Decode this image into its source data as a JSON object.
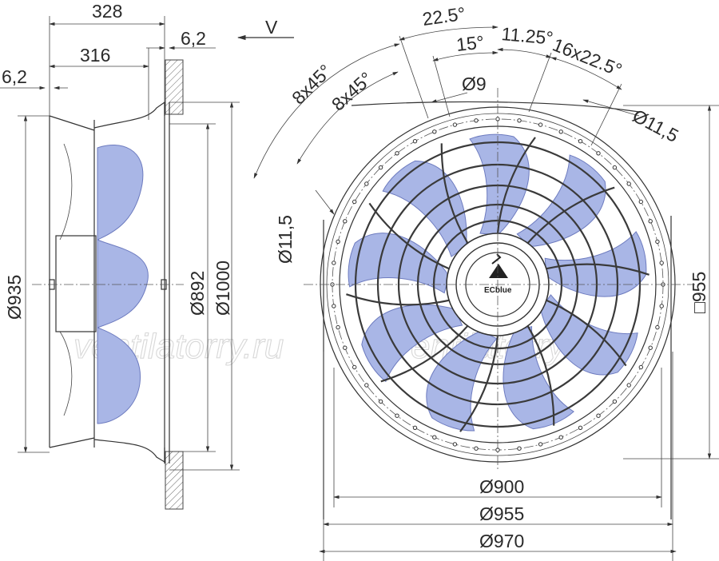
{
  "side_view": {
    "overall_depth": "328",
    "depth_to_flange": "316",
    "flange_thickness_top": "6,2",
    "flange_thickness_left": "6,2",
    "diam_935": "Ø935",
    "diam_892": "Ø892",
    "diam_1000": "Ø1000"
  },
  "view_marker": "V",
  "front_view": {
    "angle_22_5": "22.5°",
    "angle_15": "15°",
    "angle_11_25": "11.25°",
    "holes_16x22_5": "16x22.5°",
    "holes_8x45_outer": "8x45°",
    "holes_8x45_inner": "8x45°",
    "hole_9": "Ø9",
    "hole_11_5_right": "Ø11,5",
    "hole_11_5_left": "Ø11,5",
    "square_955": "□955",
    "diam_900": "Ø900",
    "diam_955": "Ø955",
    "diam_970": "Ø970",
    "logo": "ECblue"
  },
  "watermarks": [
    "ventilatorry.ru",
    "ventilatorry.ru"
  ],
  "colors": {
    "blade": "#a9b6e6",
    "line": "#333333",
    "watermark": "#d8d8d8"
  }
}
